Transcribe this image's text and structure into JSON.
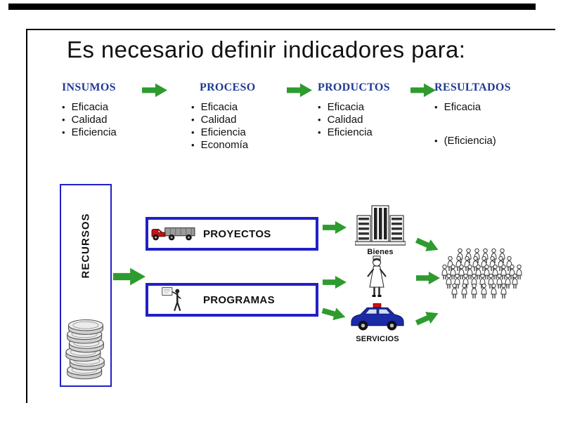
{
  "title": "Es necesario definir indicadores para:",
  "indicator_columns": [
    {
      "heading": "INSUMOS",
      "items": [
        "Eficacia",
        "Calidad",
        "Eficiencia"
      ]
    },
    {
      "heading": "PROCESO",
      "items": [
        "Eficacia",
        "Calidad",
        "Eficiencia",
        "Economía"
      ]
    },
    {
      "heading": "PRODUCTOS",
      "items": [
        "Eficacia",
        "Calidad",
        "Eficiencia"
      ]
    },
    {
      "heading": "RESULTADOS",
      "items": [
        "Eficacia",
        "(Eficiencia)"
      ]
    }
  ],
  "flow": {
    "resources_label": "RECURSOS",
    "projects_label": "PROYECTOS",
    "programs_label": "PROGRAMAS",
    "goods_caption": "Bienes",
    "services_caption": "SERVICIOS"
  },
  "icons": {
    "coin_stack": "coin-stack-icon",
    "truck": "truck-icon",
    "presenter": "presenter-icon",
    "building": "building-icon",
    "nurse": "nurse-icon",
    "police_car": "police-car-icon",
    "crowd": "crowd-icon",
    "green_arrow": "green-arrow-icon"
  },
  "colors": {
    "heading_blue": "#1f3a93",
    "arrow_green": "#2e9b2e",
    "box_border_blue": "#2020c8",
    "frame_black": "#000000",
    "truck_red": "#c41212",
    "car_blue": "#1b2aa6"
  }
}
